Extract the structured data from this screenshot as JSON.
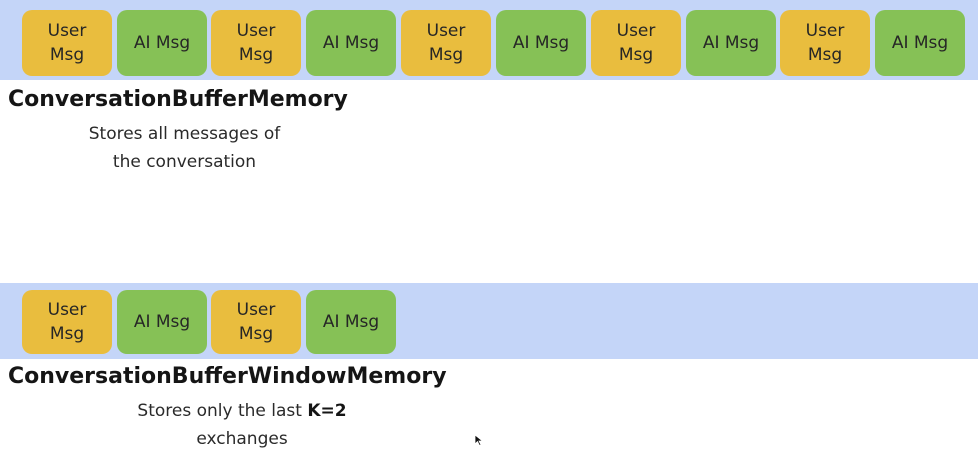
{
  "buffer_memory": {
    "messages": [
      {
        "kind": "user",
        "label": "User\nMsg"
      },
      {
        "kind": "ai",
        "label": "AI Msg"
      },
      {
        "kind": "user",
        "label": "User\nMsg"
      },
      {
        "kind": "ai",
        "label": "AI Msg"
      },
      {
        "kind": "user",
        "label": "User\nMsg"
      },
      {
        "kind": "ai",
        "label": "AI Msg"
      },
      {
        "kind": "user",
        "label": "User\nMsg"
      },
      {
        "kind": "ai",
        "label": "AI Msg"
      },
      {
        "kind": "user",
        "label": "User\nMsg"
      },
      {
        "kind": "ai",
        "label": "AI Msg"
      }
    ],
    "title": "ConversationBufferMemory",
    "description_line1": "Stores all messages of",
    "description_line2": "the conversation"
  },
  "window_memory": {
    "messages": [
      {
        "kind": "user",
        "label": "User\nMsg"
      },
      {
        "kind": "ai",
        "label": "AI Msg"
      },
      {
        "kind": "user",
        "label": "User\nMsg"
      },
      {
        "kind": "ai",
        "label": "AI Msg"
      }
    ],
    "title": "ConversationBufferWindowMemory",
    "description_prefix": "Stores only the last ",
    "description_k": "K=2",
    "description_line2": "exchanges"
  },
  "colors": {
    "strip": "#c4d5f8",
    "user_msg": "#e9bd3e",
    "ai_msg": "#86c156"
  }
}
